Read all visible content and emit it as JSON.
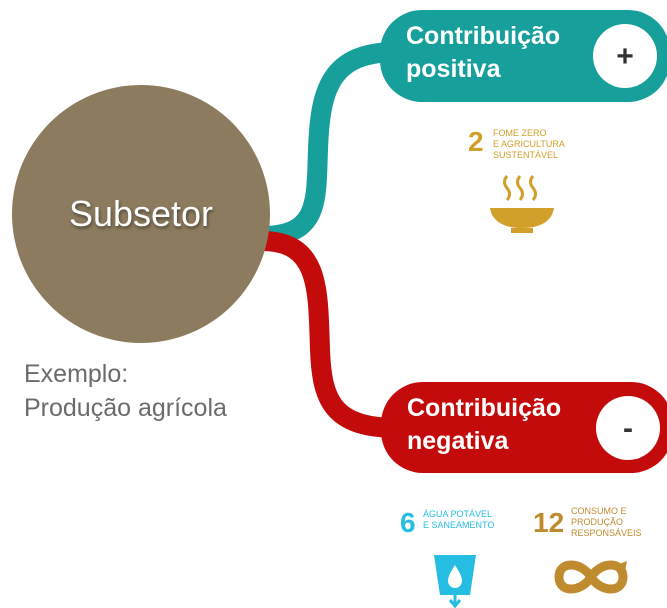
{
  "subsetor": {
    "label": "Subsetor"
  },
  "example": {
    "line1": "Exemplo:",
    "line2": "Produção agrícola"
  },
  "positive": {
    "line1": "Contribuição",
    "line2": "positiva",
    "sign": "+"
  },
  "negative": {
    "line1": "Contribuição",
    "line2": "negativa",
    "sign": "-"
  },
  "sdg_icons": {
    "sdg2": {
      "number": "2",
      "line1": "FOME ZERO",
      "line2": "E AGRICULTURA",
      "line3": "SUSTENTÁVEL",
      "color": "#d19f2a",
      "icon": "bowl-icon"
    },
    "sdg6": {
      "number": "6",
      "line1": "ÁGUA POTÁVEL",
      "line2": "E SANEAMENTO",
      "color": "#26bde2",
      "icon": "water-glass-icon"
    },
    "sdg12": {
      "number": "12",
      "line1": "CONSUMO E",
      "line2": "PRODUÇÃO",
      "line3": "RESPONSÁVEIS",
      "color": "#bf8b2e",
      "icon": "infinity-icon"
    }
  },
  "colors": {
    "teal": "#17a09b",
    "red": "#c40b0b",
    "circle": "#8c7b5e"
  }
}
